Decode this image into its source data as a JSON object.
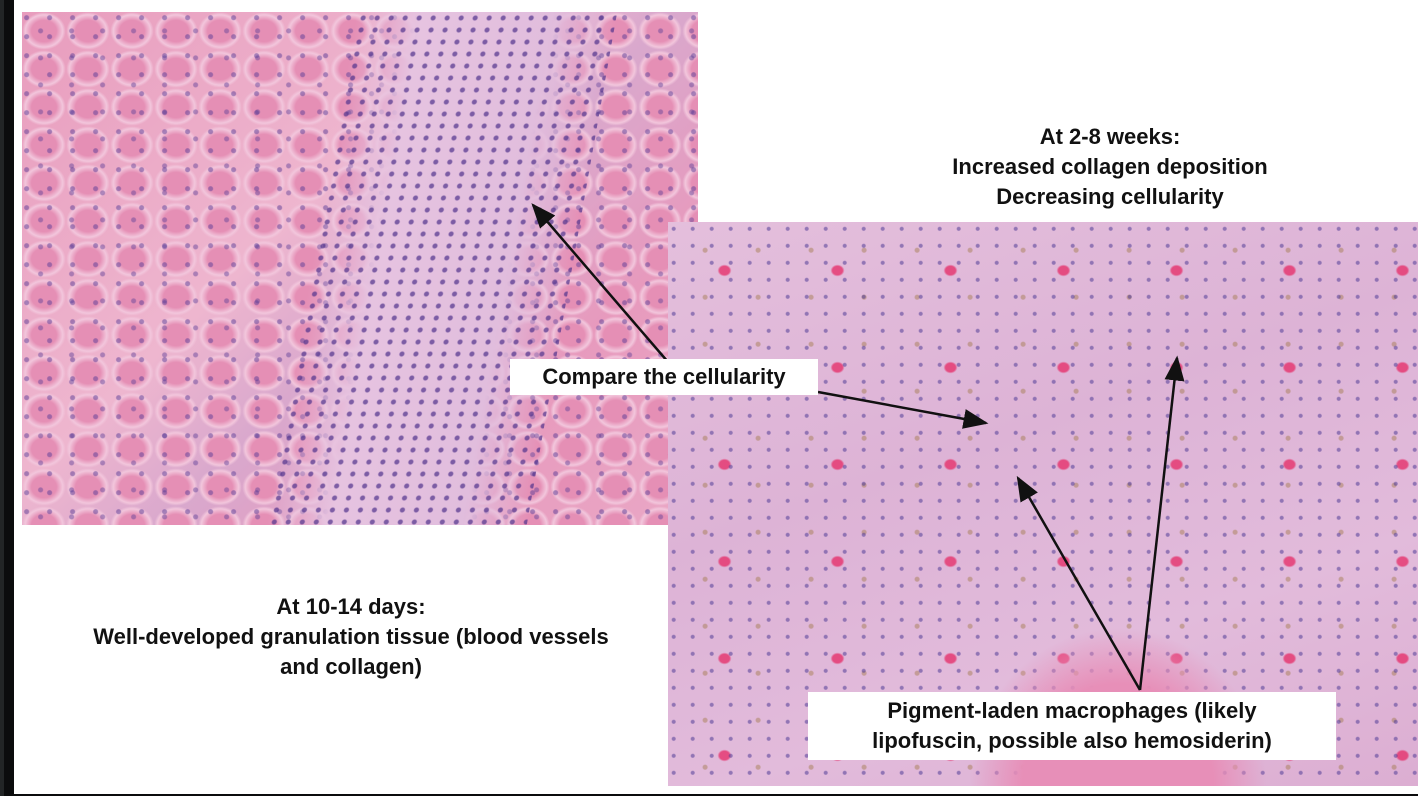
{
  "slide": {
    "heading_right": [
      "At 2-8 weeks:",
      "Increased collagen deposition",
      "Decreasing cellularity"
    ],
    "heading_left": [
      "At 10-14 days:",
      "Well-developed granulation tissue (blood vessels",
      "and collagen)"
    ],
    "label_compare": "Compare the cellularity",
    "label_pigment": [
      "Pigment-laden macrophages (likely",
      "lipofuscin, possible also hemosiderin)"
    ]
  }
}
